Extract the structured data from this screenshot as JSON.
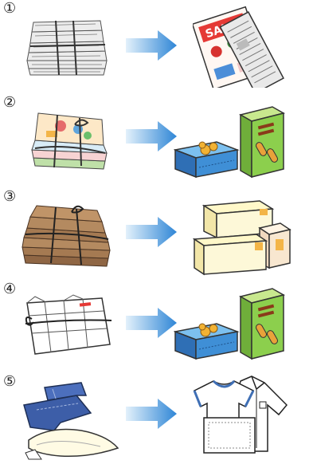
{
  "rows": [
    {
      "number": "①",
      "source": "newspaper-bundle",
      "result": "newspapers-and-flyers",
      "result_text": "SALE"
    },
    {
      "number": "②",
      "source": "magazine-bundle",
      "result": "paper-boxes"
    },
    {
      "number": "③",
      "source": "cardboard-bundle",
      "result": "cardboard-boxes"
    },
    {
      "number": "④",
      "source": "milk-carton-bundle",
      "result": "paper-boxes"
    },
    {
      "number": "⑤",
      "source": "clothes-pile",
      "result": "reused-clothes"
    }
  ],
  "colors": {
    "arrow_start": "#e3f1fb",
    "arrow_end": "#2f86d6",
    "box_blue": "#3f8fd6",
    "box_green": "#8ccf4d",
    "cardboard": "#a57a52",
    "cream_box": "#fdf8d8",
    "jeans": "#3d5ea8"
  }
}
